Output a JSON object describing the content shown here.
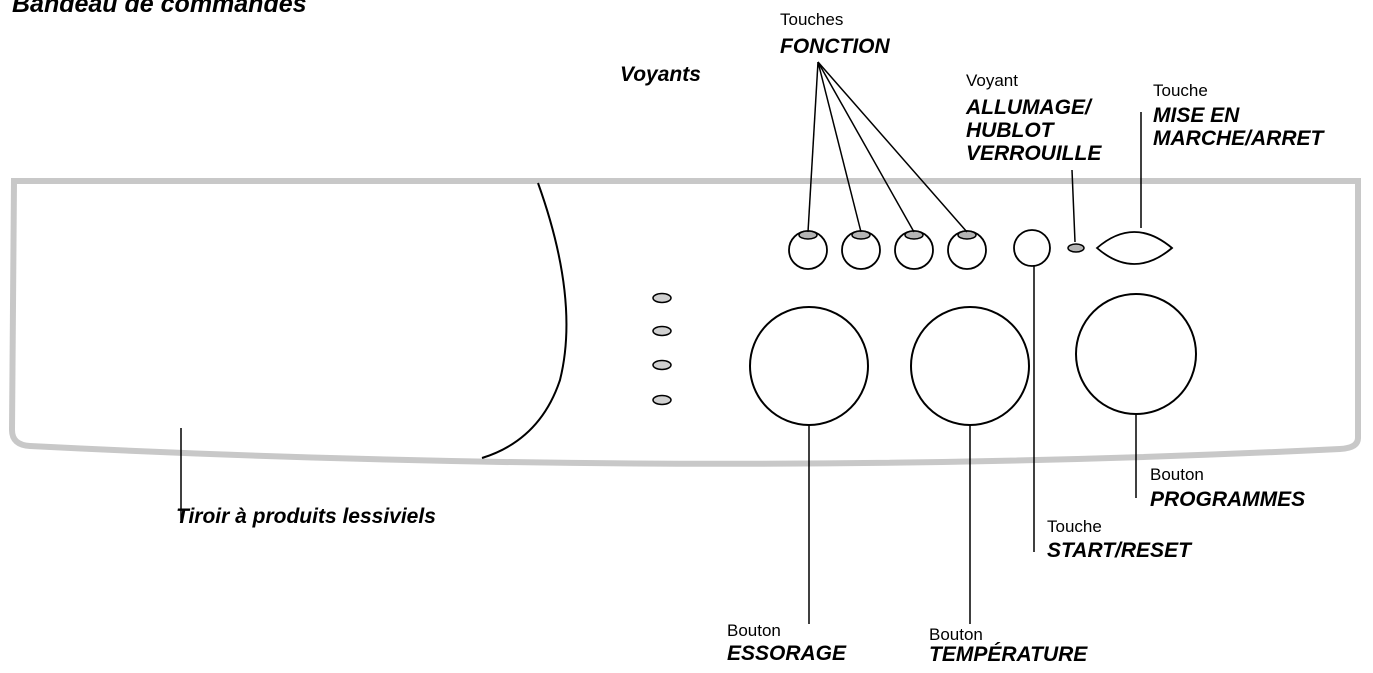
{
  "title": "Bandeau de commandes",
  "labels": {
    "voyants": "Voyants",
    "fonction_small": "Touches",
    "fonction_bold": "FONCTION",
    "voyant_small": "Voyant",
    "voyant_bold_1": "ALLUMAGE/",
    "voyant_bold_2": "HUBLOT",
    "voyant_bold_3": "VERROUILLE",
    "touche_small": "Touche",
    "touche_bold_1": "MISE EN",
    "touche_bold_2": "MARCHE/ARRET",
    "tiroir": "Tiroir à produits lessiviels",
    "start_small": "Touche",
    "start_bold": "START/RESET",
    "prog_small": "Bouton",
    "prog_bold": "PROGRAMMES",
    "essorage_small": "Bouton",
    "essorage_bold": "ESSORAGE",
    "temp_small": "Bouton",
    "temp_bold": "TEMPÉRATURE"
  },
  "colors": {
    "outline": "#000000",
    "panel_edge": "#c8c8c8",
    "led_fill": "#b4b4b4"
  }
}
